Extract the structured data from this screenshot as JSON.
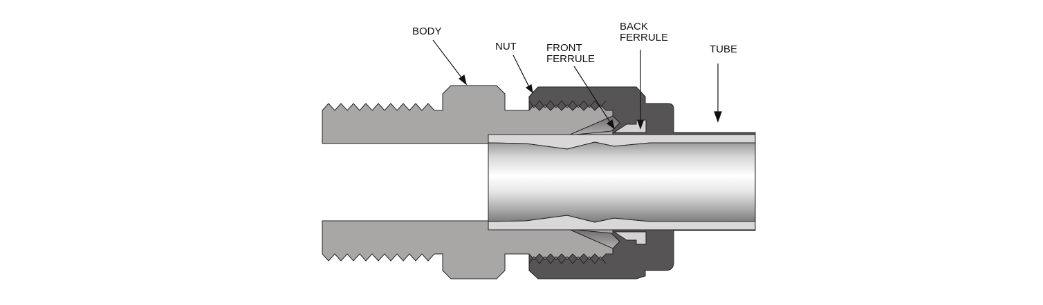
{
  "labels": {
    "body": "BODY",
    "nut": "NUT",
    "front_ferrule": [
      "FRONT",
      "FERRULE"
    ],
    "back_ferrule": [
      "BACK",
      "FERRULE"
    ],
    "tube": "TUBE"
  },
  "colors": {
    "body": "#a9a6a6",
    "nut": "#575455",
    "ferrule": "#7a7778",
    "tube_wall": "#d9d7d7",
    "tube_light": "#f4f4f4",
    "tube_dark": "#8a8a8a",
    "bore": "#ffffff",
    "outline": "#222222"
  }
}
